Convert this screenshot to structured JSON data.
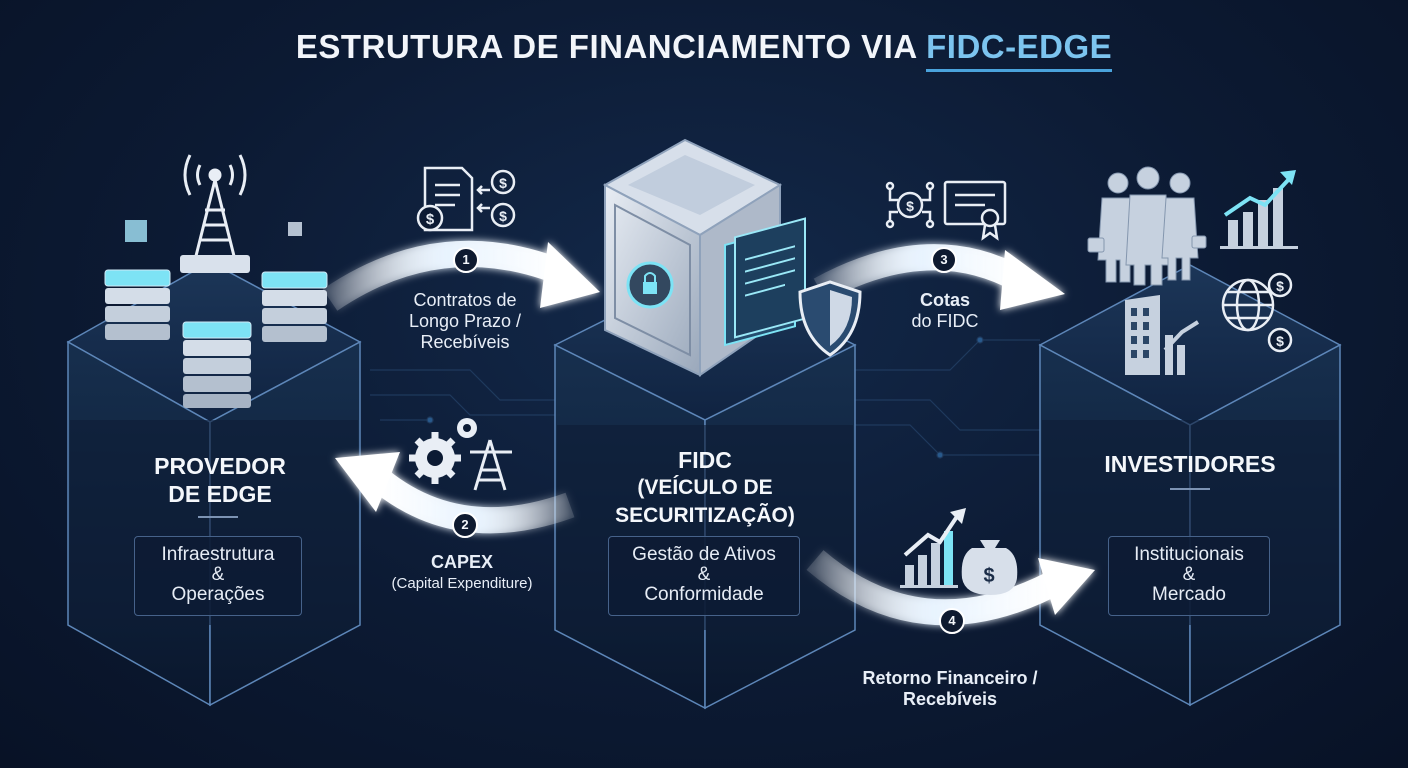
{
  "title": {
    "prefix": "ESTRUTURA DE FINANCIAMENTO VIA ",
    "highlight": "FIDC-EDGE"
  },
  "nodes": {
    "provider": {
      "heading_line1": "PROVEDOR",
      "heading_line2": "DE EDGE",
      "box_line1": "Infraestrutura",
      "box_line2": "&",
      "box_line3": "Operações"
    },
    "fidc": {
      "heading_line1": "FIDC",
      "heading_line2": "(VEÍCULO DE",
      "heading_line3": "SECURITIZAÇÃO)",
      "box_line1": "Gestão de Ativos",
      "box_line2": "&",
      "box_line3": "Conformidade"
    },
    "investors": {
      "heading": "INVESTIDORES",
      "box_line1": "Institucionais",
      "box_line2": "&",
      "box_line3": "Mercado"
    }
  },
  "flows": {
    "f1": {
      "number": "1",
      "line1": "Contratos de",
      "line2": "Longo Prazo /",
      "line3": "Recebíveis"
    },
    "f2": {
      "number": "2",
      "line1": "CAPEX",
      "line2": "(Capital Expenditure)"
    },
    "f3": {
      "number": "3",
      "line1": "Cotas",
      "line2": "do FIDC"
    },
    "f4": {
      "number": "4",
      "line1": "Retorno Financeiro /",
      "line2": "Recebíveis"
    }
  },
  "icons": [
    "cell-tower-icon",
    "server-rack-icon",
    "contract-document-icon",
    "dollar-coin-icon",
    "safe-vault-icon",
    "shield-icon",
    "gear-icon",
    "power-tower-icon",
    "certificate-icon",
    "investors-people-icon",
    "growth-chart-icon",
    "globe-icon",
    "office-building-icon",
    "money-bag-icon"
  ],
  "colors": {
    "background": "#0c1a33",
    "accent": "#7cc4ef",
    "panel_edge": "#5d86b8",
    "text": "#f2f5fa"
  }
}
